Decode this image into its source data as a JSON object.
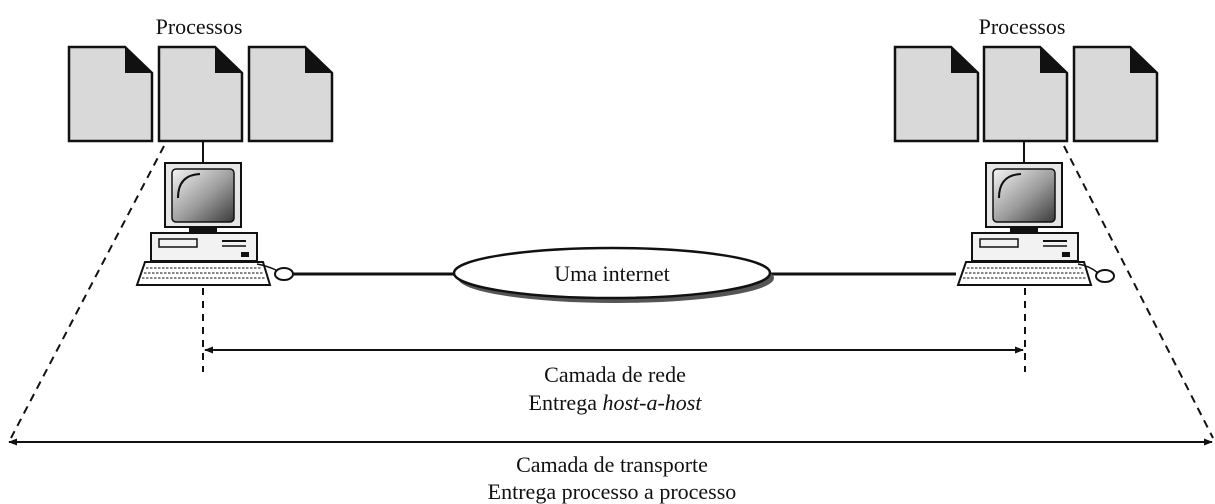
{
  "left_host": {
    "processes_label": "Processos"
  },
  "right_host": {
    "processes_label": "Processos"
  },
  "internet_label": "Uma internet",
  "network_layer": {
    "title": "Camada de rede",
    "delivery_prefix": "Entrega ",
    "delivery_term": "host-a-host"
  },
  "transport_layer": {
    "title": "Camada de transporte",
    "delivery": "Entrega processo a processo"
  },
  "colors": {
    "document_fill": "#d9d9d9",
    "stroke": "#111111"
  }
}
